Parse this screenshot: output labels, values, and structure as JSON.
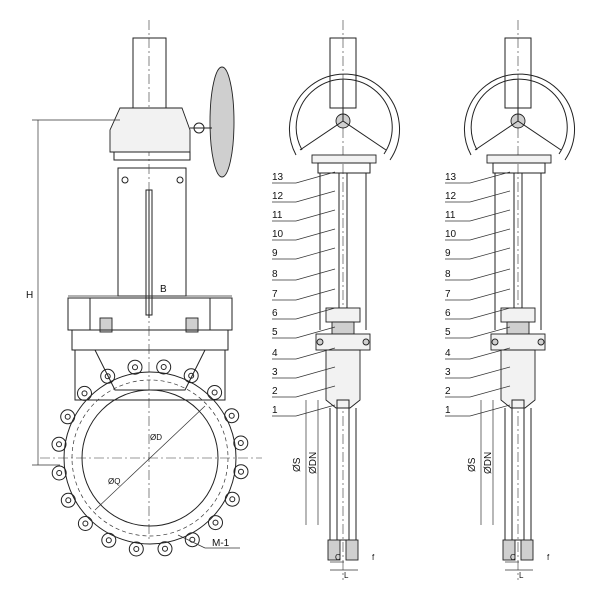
{
  "dims": {
    "height": "H",
    "width": "B",
    "flange_od": "ØD",
    "bolt_circle": "ØQ",
    "bolt": "M-1",
    "ds": "ØS",
    "dn": "ØDN",
    "c": "C",
    "l": "L",
    "f": "f"
  },
  "parts_middle": [
    "13",
    "12",
    "11",
    "10",
    "9",
    "8",
    "7",
    "6",
    "5",
    "4",
    "3",
    "2",
    "1"
  ],
  "parts_right": [
    "13",
    "12",
    "11",
    "10",
    "9",
    "8",
    "7",
    "6",
    "5",
    "4",
    "3",
    "2",
    "1"
  ]
}
